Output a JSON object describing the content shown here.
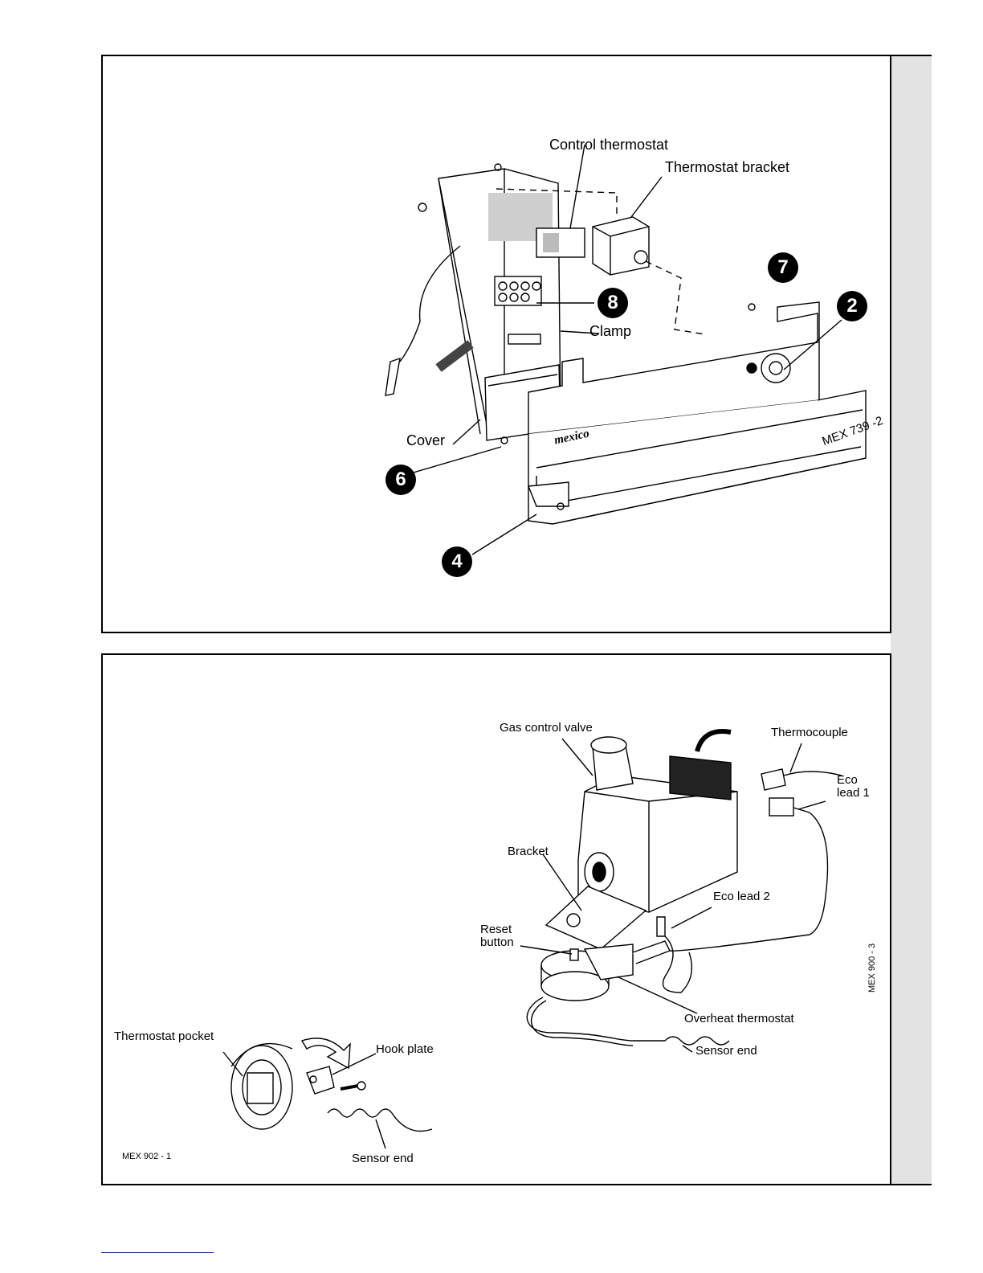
{
  "figure_top": {
    "labels": {
      "control_thermostat": "Control thermostat",
      "thermostat_bracket": "Thermostat bracket",
      "clamp": "Clamp",
      "cover": "Cover",
      "brand": "mexico",
      "ref": "MEX 739 -2"
    },
    "callouts": [
      "7",
      "2",
      "8",
      "6",
      "4"
    ]
  },
  "figure_bottom": {
    "labels": {
      "gas_control_valve": "Gas control valve",
      "thermocouple": "Thermocouple",
      "eco_lead_1": "Eco\nlead 1",
      "bracket": "Bracket",
      "eco_lead_2": "Eco lead 2",
      "reset_button": "Reset\nbutton",
      "overheat_thermostat": "Overheat thermostat",
      "sensor_end": "Sensor end",
      "ref": "MEX 900 - 3"
    }
  },
  "figure_inset": {
    "labels": {
      "thermostat_pocket": "Thermostat pocket",
      "hook_plate": "Hook plate",
      "sensor_end": "Sensor end",
      "ref": "MEX  902 - 1"
    }
  }
}
